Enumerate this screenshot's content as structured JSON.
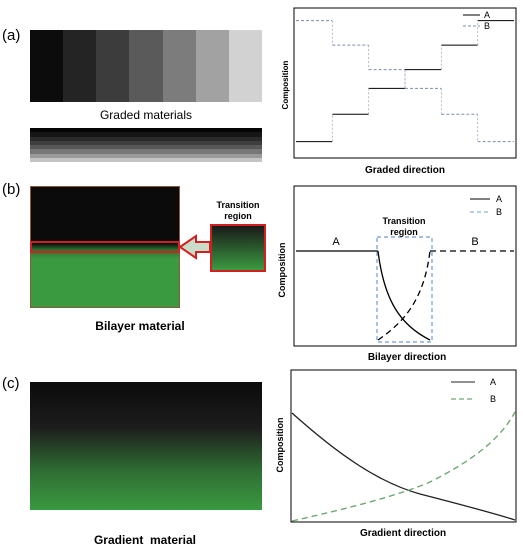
{
  "panel_a": {
    "label": "(a)",
    "caption": "Graded materials",
    "swatch_colors": [
      "#0c0c0c",
      "#242424",
      "#3c3c3c",
      "#5a5a5a",
      "#7c7c7c",
      "#a2a2a2",
      "#d2d2d2"
    ],
    "chart": {
      "ylabel": "Composition",
      "xlabel": "Graded direction",
      "legend": [
        "A",
        "B"
      ],
      "colors": {
        "A": "#000000",
        "B": "#7f8fa8"
      },
      "steps_A": [
        0.1,
        0.29,
        0.47,
        0.6,
        0.77,
        0.94
      ],
      "steps_B": [
        0.94,
        0.77,
        0.6,
        0.47,
        0.29,
        0.1
      ]
    }
  },
  "panel_b": {
    "label": "(b)",
    "caption": "Bilayer material",
    "callout": "Transition region",
    "colors": {
      "top": "#0b0b0b",
      "bottom": "#3a9a40",
      "outline": "#d21f1f"
    },
    "chart": {
      "ylabel": "Composition",
      "xlabel": "Bilayer direction",
      "legend": [
        "A",
        "B"
      ],
      "region_label": "Transition region",
      "side_labels": [
        "A",
        "B"
      ],
      "colors": {
        "A": "#000000",
        "B": "#555555",
        "box": "#6f9bd4"
      }
    }
  },
  "panel_c": {
    "label": "(c)",
    "caption": "Gradient  material",
    "colors": {
      "top": "#0b0b0b",
      "bottom": "#3a9a40"
    },
    "chart": {
      "ylabel": "Composition",
      "xlabel": "Gradient direction",
      "legend": [
        "A",
        "B"
      ],
      "colors": {
        "A": "#222222",
        "B": "#6fa875"
      }
    }
  }
}
